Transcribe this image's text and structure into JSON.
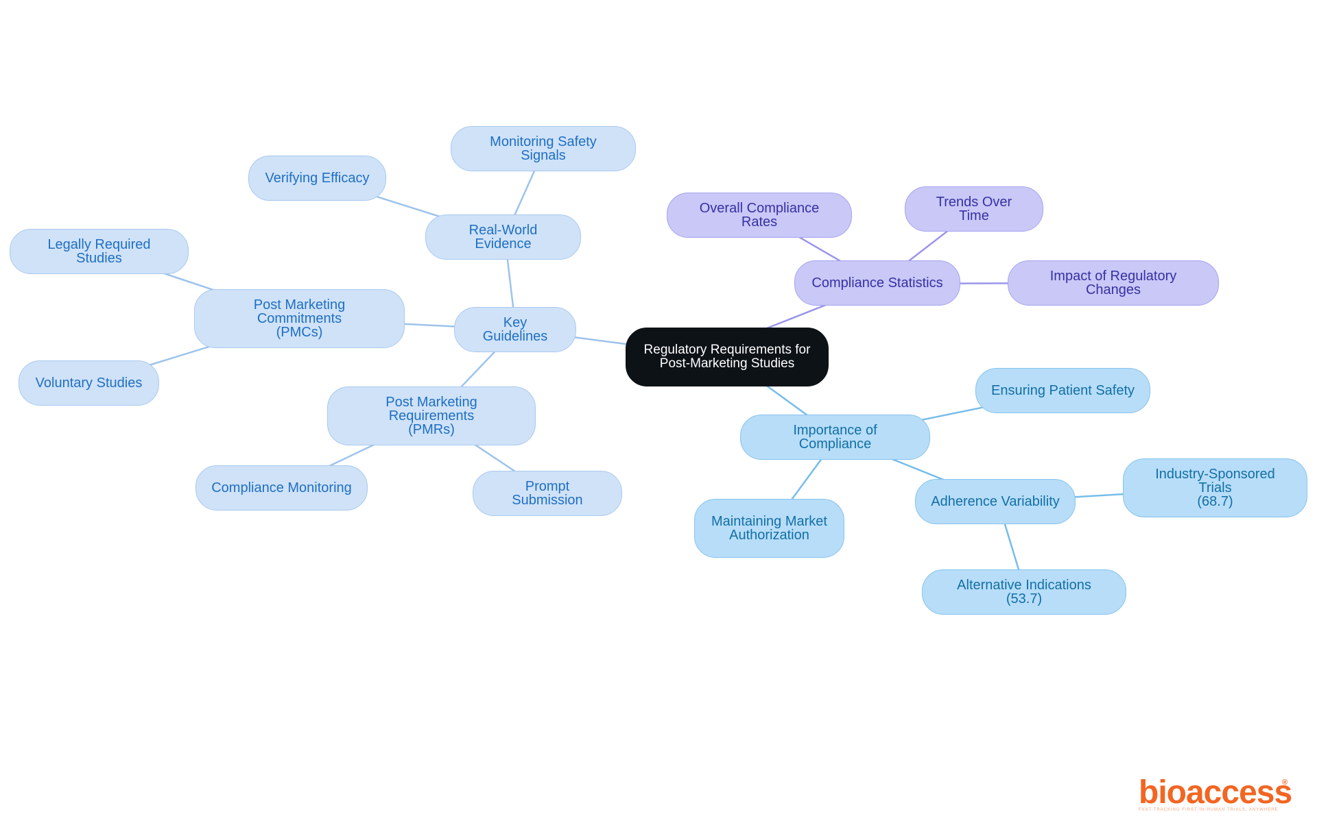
{
  "colors": {
    "key_guidelines_branch": "#cfe2f8",
    "importance_branch": "#b7ddf8",
    "statistics_branch": "#c9c8f7",
    "root": "#0d1217",
    "logo": "#f26522"
  },
  "mindmap": {
    "root": "Regulatory Requirements for\nPost-Marketing Studies",
    "branches": [
      {
        "label": "Key Guidelines",
        "children": [
          {
            "label": "Real-World Evidence",
            "children": [
              "Monitoring Safety Signals",
              "Verifying Efficacy"
            ]
          },
          {
            "label": "Post Marketing Commitments\n(PMCs)",
            "children": [
              "Legally Required Studies",
              "Voluntary Studies"
            ]
          },
          {
            "label": "Post Marketing Requirements\n(PMRs)",
            "children": [
              "Compliance Monitoring",
              "Prompt Submission"
            ]
          }
        ]
      },
      {
        "label": "Compliance Statistics",
        "children": [
          "Overall Compliance Rates",
          "Trends Over Time",
          "Impact of Regulatory Changes"
        ]
      },
      {
        "label": "Importance of Compliance",
        "children": [
          "Ensuring Patient Safety",
          {
            "label": "Adherence Variability",
            "children": [
              "Industry-Sponsored Trials\n(68.7)",
              "Alternative Indications (53.7)"
            ]
          },
          "Maintaining Market\nAuthorization"
        ]
      }
    ]
  },
  "logo": {
    "name": "bioaccess",
    "tagline": "FAST-TRACKING FIRST-IN-HUMAN TRIALS, ANYWHERE"
  }
}
